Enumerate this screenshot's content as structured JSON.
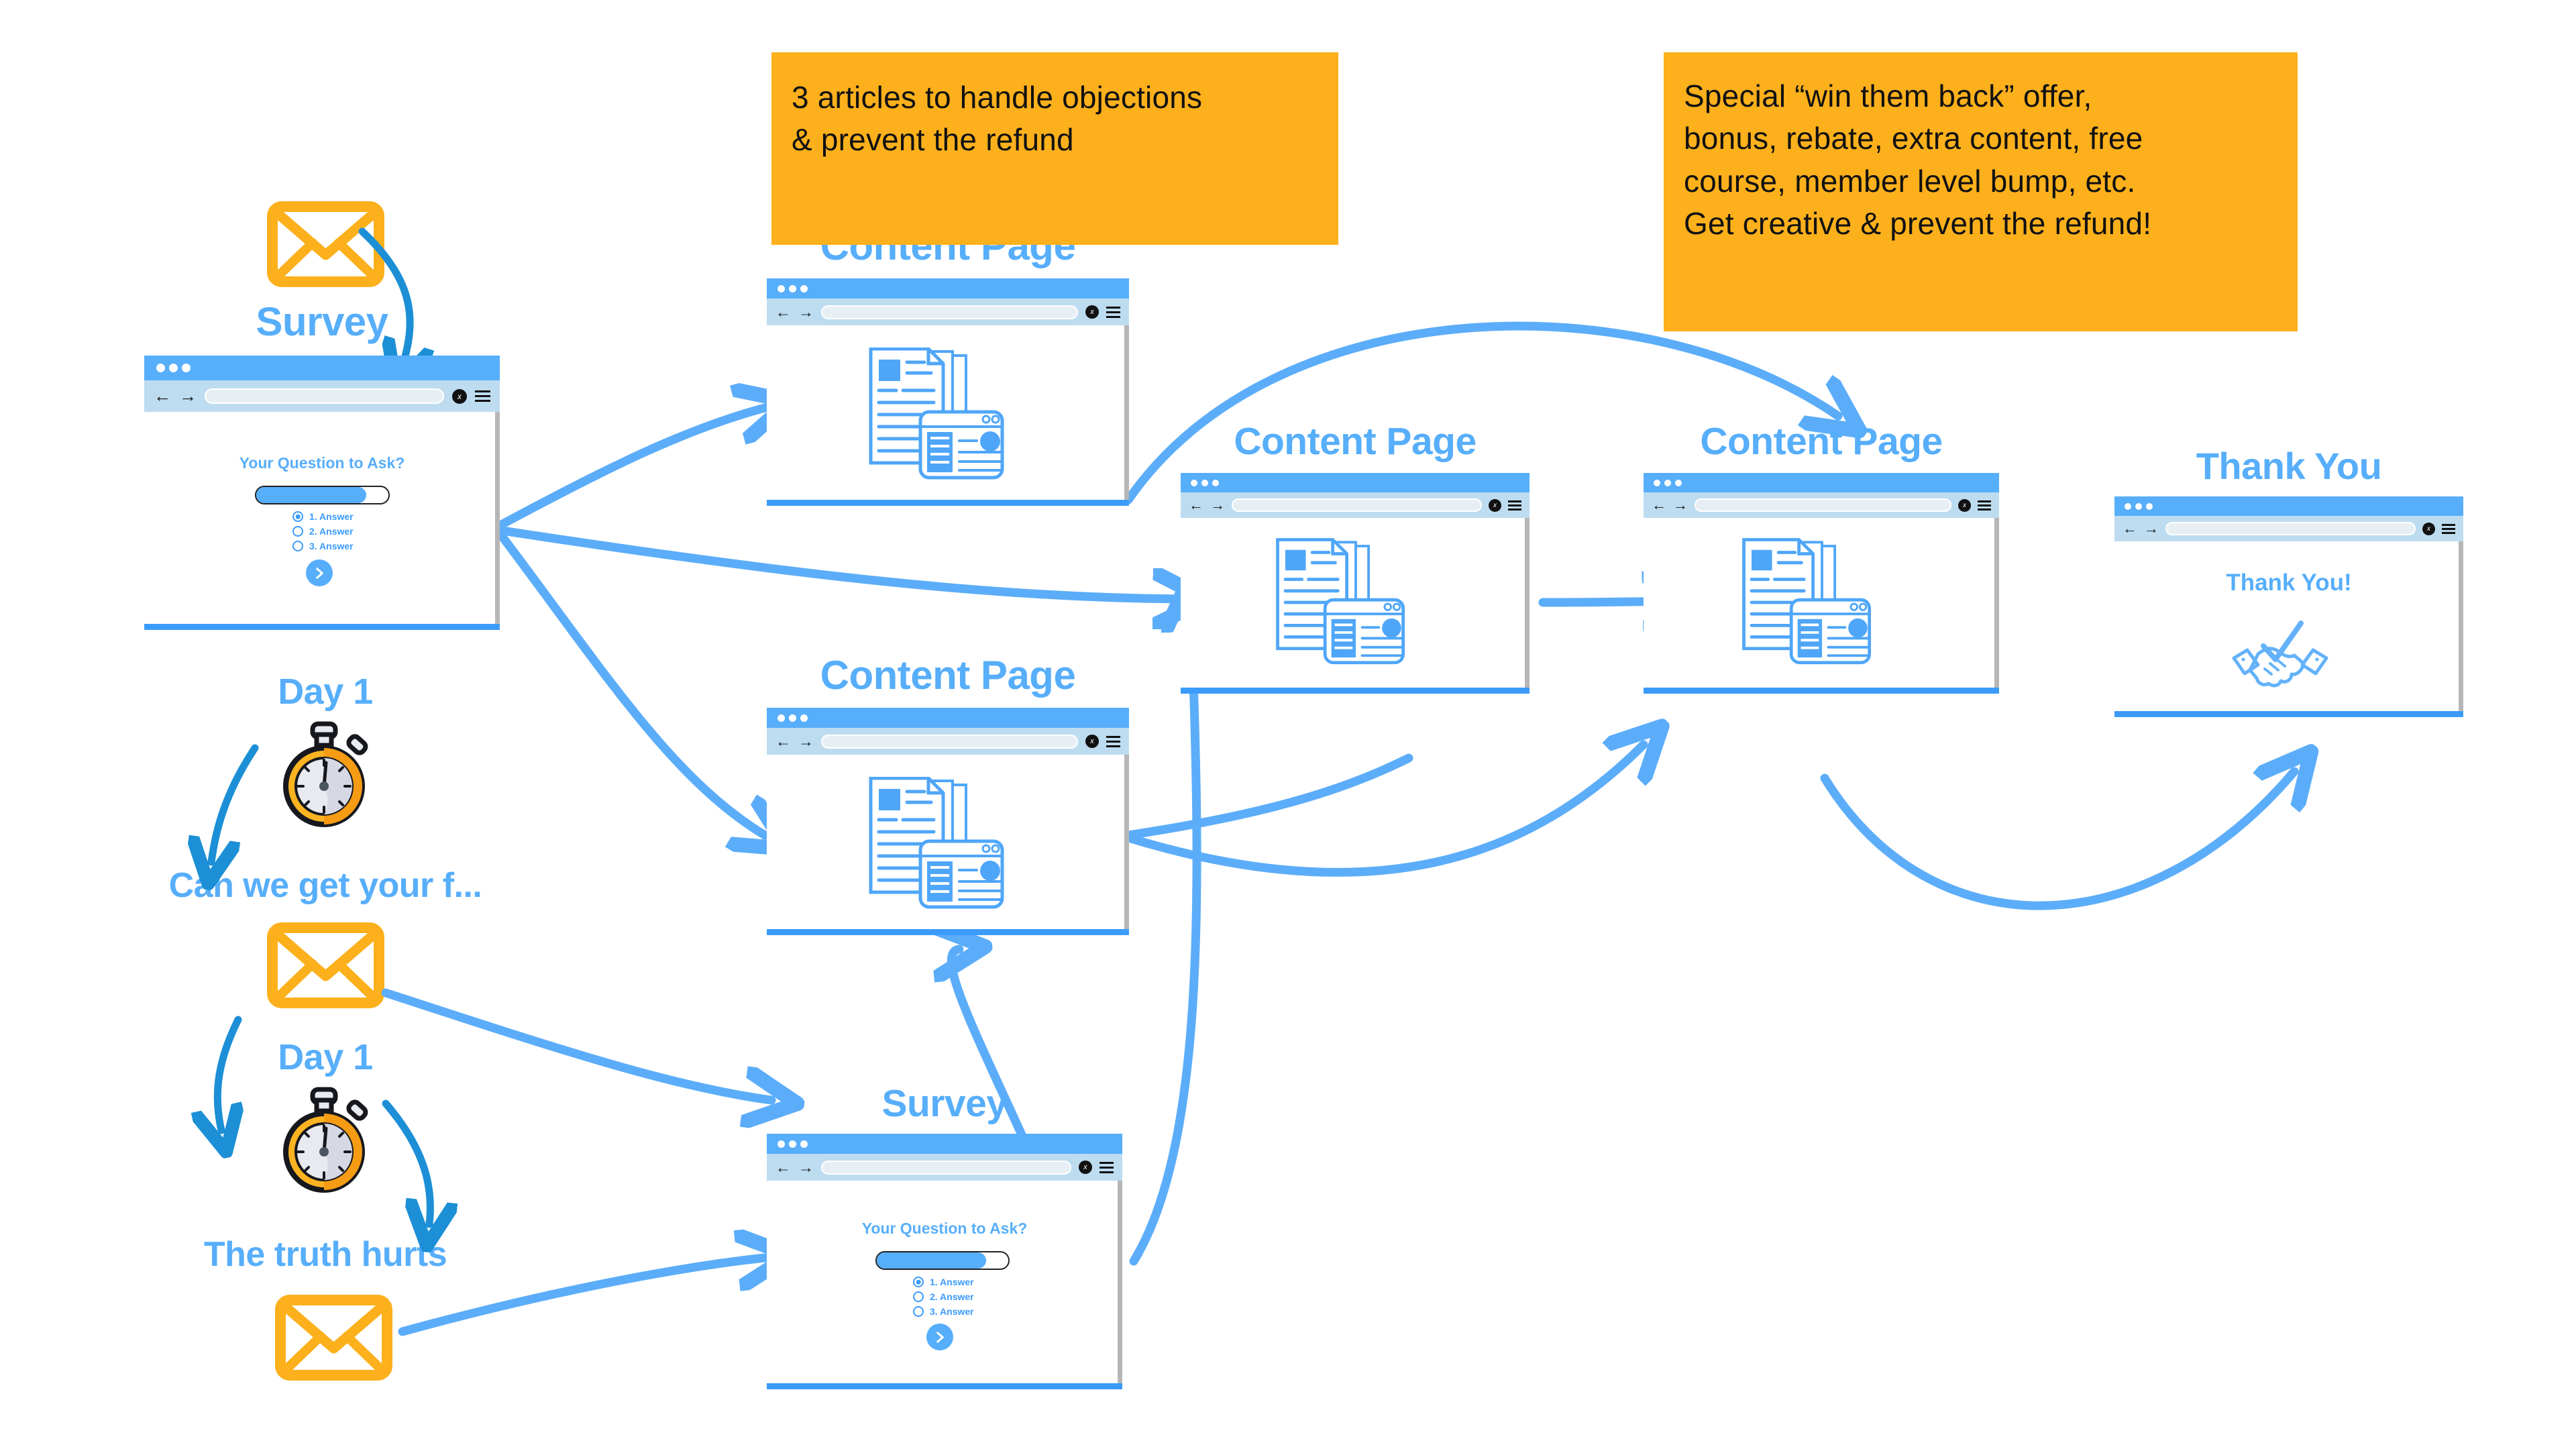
{
  "theme": {
    "blue": "#3B9BFA",
    "light_blue": "#57AEFA",
    "toolbar_blue": "#BDDCF0",
    "orange": "#FCB01C",
    "arrow_blue": "#5CADF9",
    "dark_arrow_blue": "#1C8FD6",
    "background": "#FFFFFF"
  },
  "callouts": [
    {
      "id": "callout-objections",
      "lines": [
        "3 articles to handle objections",
        "& prevent the refund"
      ]
    },
    {
      "id": "callout-winback",
      "lines": [
        "Special “win them back” offer,",
        "bonus, rebate, extra content, free",
        "course, member level bump, etc.",
        "Get creative & prevent the refund!"
      ]
    }
  ],
  "email_sequence": {
    "items": [
      {
        "id": "email-1",
        "type": "envelope",
        "label": ""
      },
      {
        "id": "survey-title-1",
        "type": "label",
        "label": "Survey"
      },
      {
        "id": "delay-1",
        "type": "timer",
        "label": "Day 1"
      },
      {
        "id": "email-2-subject",
        "type": "label",
        "label": "Can we get your f..."
      },
      {
        "id": "email-2",
        "type": "envelope",
        "label": ""
      },
      {
        "id": "delay-2",
        "type": "timer",
        "label": "Day 1"
      },
      {
        "id": "email-3-subject",
        "type": "label",
        "label": "The truth hurts"
      },
      {
        "id": "email-3",
        "type": "envelope",
        "label": ""
      }
    ]
  },
  "survey_page": {
    "question": "Your Question to Ask?",
    "answers": [
      {
        "label": "1. Answer",
        "selected": true
      },
      {
        "label": "2. Answer",
        "selected": false
      },
      {
        "label": "3. Answer",
        "selected": false
      }
    ],
    "next_label": "›"
  },
  "nodes": [
    {
      "id": "survey-top",
      "title": "Survey",
      "kind": "survey"
    },
    {
      "id": "content-1",
      "title": "Content Page",
      "kind": "content"
    },
    {
      "id": "content-2",
      "title": "Content Page",
      "kind": "content"
    },
    {
      "id": "content-3",
      "title": "Content Page",
      "kind": "content"
    },
    {
      "id": "content-4",
      "title": "Content Page",
      "kind": "content"
    },
    {
      "id": "thank-you",
      "title": "Thank You",
      "kind": "thanks"
    },
    {
      "id": "survey-bottom",
      "title": "Survey",
      "kind": "survey"
    }
  ],
  "thank_you_page": {
    "heading": "Thank You!",
    "icon": "handshake-check-icon"
  },
  "browser_chrome": {
    "back_glyph": "←",
    "forward_glyph": "→",
    "close_glyph": "x",
    "menu_glyph": "hamburger-icon",
    "url_value": ""
  }
}
